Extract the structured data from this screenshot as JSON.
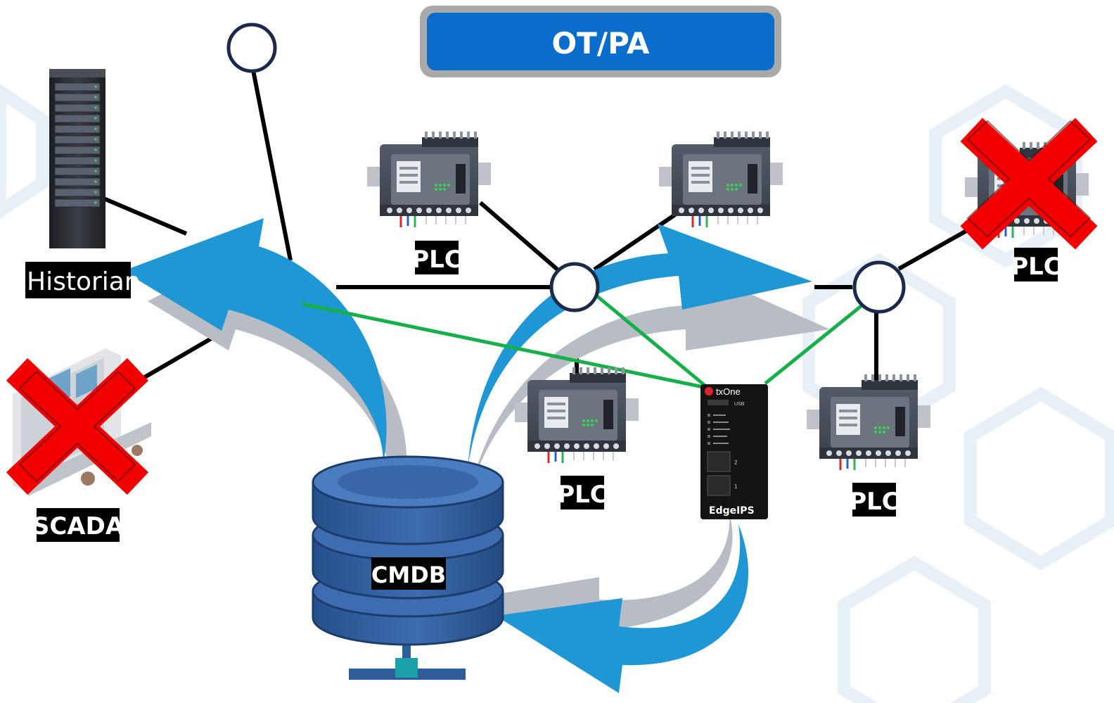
{
  "title": "OT/PA",
  "labels": {
    "historian": "Historian",
    "scada": "SCADA",
    "plc": "PLC",
    "cmdb": "CMDB",
    "edgeips_brand": "txOne",
    "edgeips_name": "EdgeIPS",
    "edgeips_usb": "USB",
    "edgeips_port1": "1",
    "edgeips_port2": "2"
  },
  "colors": {
    "title_bar": "#0a6ccb",
    "title_frame": "#a9a9a9",
    "arrow_blue": "#1f97d5",
    "arrow_shadow": "#b8bcc4",
    "link_black": "#000000",
    "link_green": "#16b04a",
    "node_ring": "#1b2a4a",
    "cross_red": "#f30000",
    "db_blue": "#2f5d9a"
  },
  "status": {
    "scada": "failed",
    "plc_top_right": "failed"
  }
}
